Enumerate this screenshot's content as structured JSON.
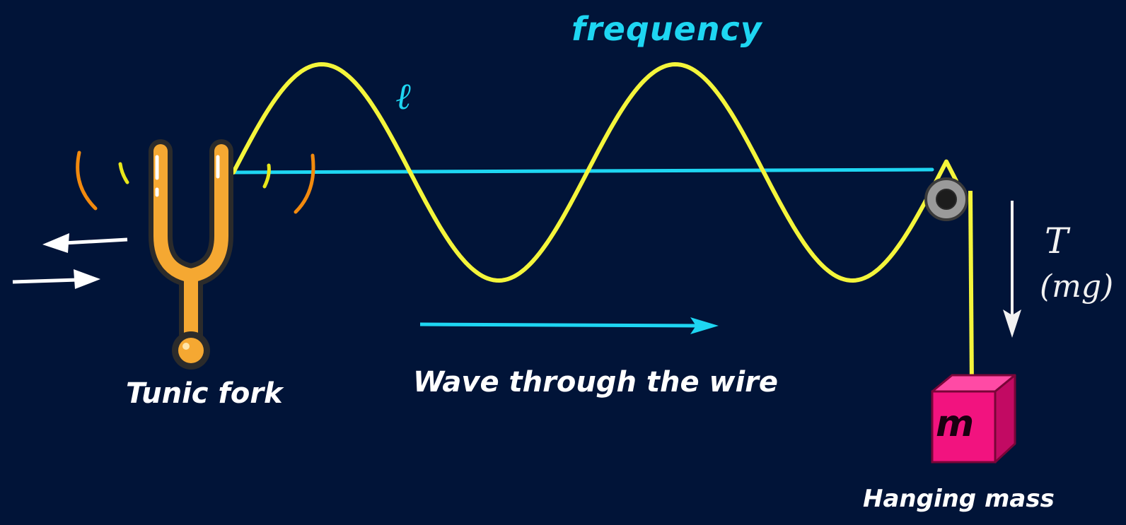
{
  "labels": {
    "frequency": "frequency",
    "length": "ℓ",
    "fork": "Tunic fork",
    "wave": "Wave through the wire",
    "tension": "T",
    "tension_formula": "(mg)",
    "mass_symbol": "m",
    "mass_name": "Hanging mass"
  },
  "colors": {
    "background": "#011438",
    "wave": "#f4f53b",
    "wire": "#1ed6f2",
    "fork": "#f5a832",
    "fork_outline": "#2b2b2b",
    "vibration_orange": "#f28a0e",
    "vibration_yellow": "#e8e61a",
    "mass_front": "#f2137f",
    "mass_top": "#ff4aa5",
    "mass_side": "#c20a63",
    "pulley": "#9a9a9a",
    "arrow": "#ffffff"
  },
  "icons": [
    "tuning-fork-icon",
    "pulley-icon",
    "mass-block-icon"
  ]
}
